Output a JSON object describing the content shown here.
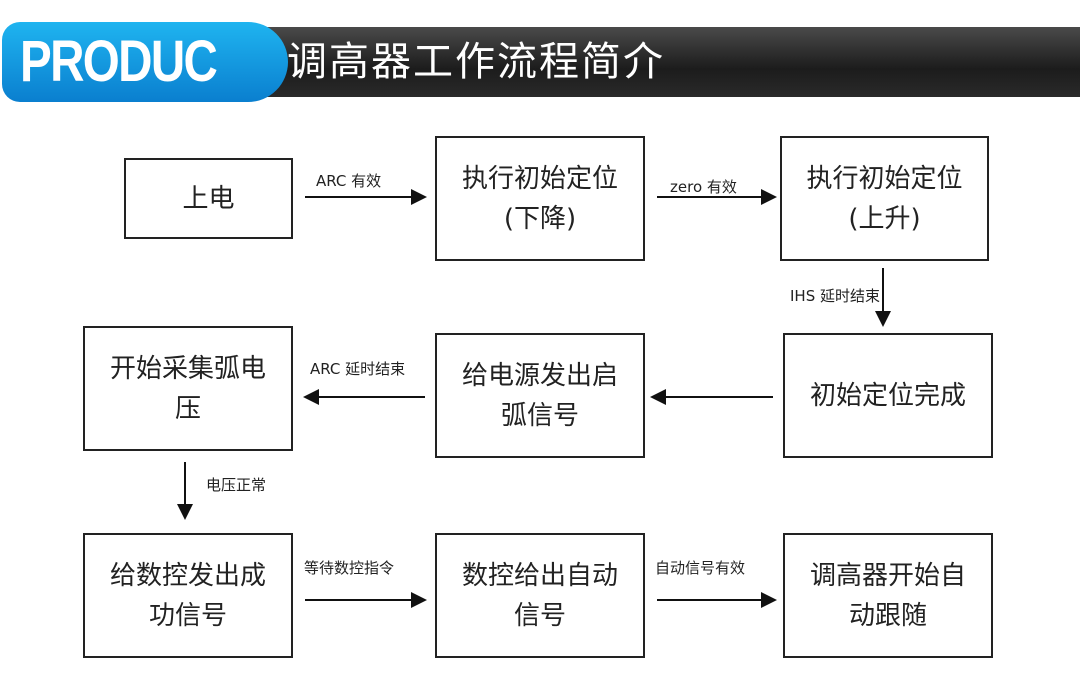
{
  "header": {
    "logo": "PRODUC",
    "title": "调高器工作流程简介"
  },
  "boxes": {
    "power_on": "上电",
    "init_down": "执行初始定位(下降)",
    "init_up": "执行初始定位(上升)",
    "init_done": "初始定位完成",
    "arc_signal": "给电源发出启弧信号",
    "sample_voltage": "开始采集弧电压",
    "success_signal": "给数控发出成功信号",
    "cnc_auto": "数控给出自动信号",
    "auto_follow": "调高器开始自动跟随"
  },
  "labels": {
    "arc_valid": "ARC 有效",
    "zero_valid": "zero 有效",
    "ihs_delay": "IHS 延时结束",
    "arc_delay": "ARC 延时结束",
    "voltage_ok": "电压正常",
    "wait_cnc": "等待数控指令",
    "auto_valid": "自动信号有效"
  }
}
